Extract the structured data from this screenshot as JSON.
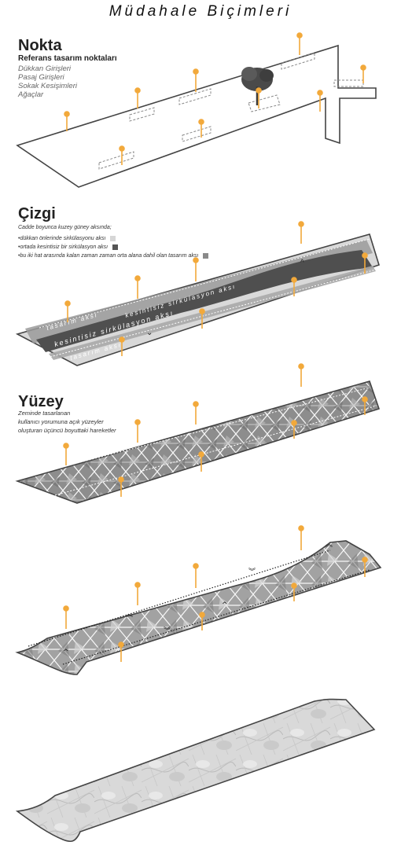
{
  "page_title": "Müdahale Biçimleri",
  "nokta": {
    "title": "Nokta",
    "subtitle": "Referans tasarım noktaları",
    "items": [
      "Dükkan Girişleri",
      "Pasaj Girişleri",
      "Sokak Kesişimleri",
      "Ağaçlar"
    ]
  },
  "cizgi": {
    "title": "Çizgi",
    "intro": "Cadde boyunca kuzey güney aksında;",
    "legend": [
      {
        "text": "•dükkan önlerinde sirkülasyonu aksı",
        "color": "#d6d6d6"
      },
      {
        "text": "•ortada kesintisiz bir sirkülasyon aksı",
        "color": "#555555"
      },
      {
        "text": "•bu iki hat arasında kalan zaman zaman orta alana dahil olan tasarım aksı",
        "color": "#8a8a8a"
      }
    ],
    "band_labels": {
      "outer_top": "tasarım aksı",
      "center": "kesintisiz sirkülasyon aksı",
      "outer_bottom": "tasarım aksı",
      "center_upper": "kesintisiz sirkülasyon aksı"
    }
  },
  "yuzey": {
    "title": "Yüzey",
    "lines": [
      "Zeminde tasarlanan",
      "kullanıcı yorumuna açık yüzeyler",
      "oluşturan üçüncü boyuttaki hareketler"
    ]
  },
  "colors": {
    "marker": "#f2a93b",
    "outline": "#444444"
  }
}
